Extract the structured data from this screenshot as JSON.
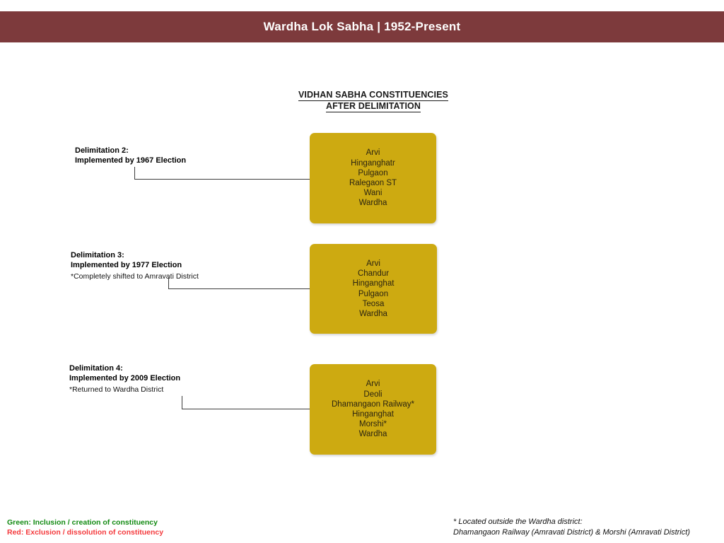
{
  "header": {
    "title": "Wardha Lok Sabha | 1952-Present",
    "bar_color": "#7d3a3c",
    "text_color": "#ffffff"
  },
  "section": {
    "heading_line1": "VIDHAN SABHA CONSTITUENCIES",
    "heading_line2": "AFTER DELIMITATION"
  },
  "delimitations": [
    {
      "title": "Delimitation 2:",
      "subtitle": "Implemented by 1967 Election",
      "note": "",
      "constituencies": [
        "Arvi",
        "Hinganghatr",
        "Pulgaon",
        "Ralegaon ST",
        "Wani",
        "Wardha"
      ]
    },
    {
      "title": "Delimitation 3:",
      "subtitle": "Implemented by 1977 Election",
      "note": "*Completely shifted to Amravati District",
      "constituencies": [
        "Arvi",
        "Chandur",
        "Hinganghat",
        "Pulgaon",
        "Teosa",
        "Wardha"
      ]
    },
    {
      "title": "Delimitation 4:",
      "subtitle": "Implemented by 2009 Election",
      "note": "*Returned to Wardha District",
      "constituencies": [
        "Arvi",
        "Deoli",
        "Dhamangaon Railway*",
        "Hinganghat",
        "Morshi*",
        "Wardha"
      ]
    }
  ],
  "legend": {
    "green": "Green: Inclusion / creation of constituency",
    "red": "Red: Exclusion / dissolution of constituency",
    "green_color": "#128a12",
    "red_color": "#f4393c"
  },
  "footnote": {
    "line1": "* Located outside the Wardha district:",
    "line2": "Dhamangaon Railway (Amravati District) & Morshi (Amravati District)"
  },
  "styles": {
    "box_color": "#cdaa11",
    "box_text_color": "#2b2410"
  }
}
